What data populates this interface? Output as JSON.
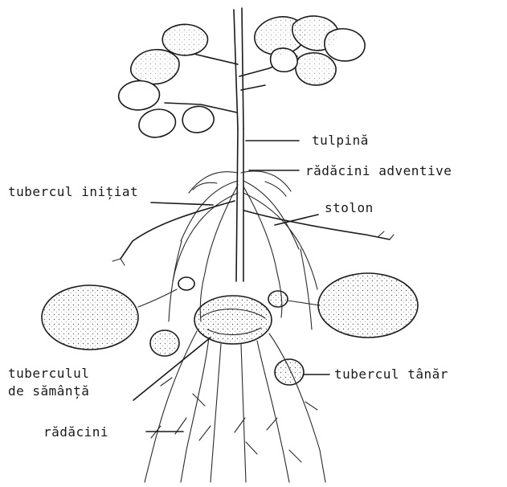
{
  "labels": {
    "stem": "tulpină",
    "adventitious_roots": "rădăcini adventive",
    "initiated_tuber": "tubercul inițiat",
    "stolon": "stolon",
    "seed_tuber_line1": "tuberculul",
    "seed_tuber_line2": "de sămânță",
    "young_tuber": "tubercul tânăr",
    "roots": "rădăcini"
  }
}
